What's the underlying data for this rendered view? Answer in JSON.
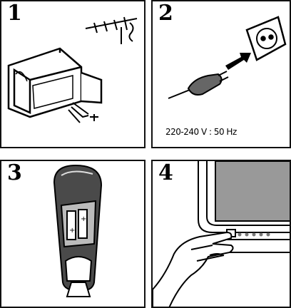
{
  "panels": [
    {
      "number": "1"
    },
    {
      "number": "2",
      "caption": "220-240 V : 50 Hz"
    },
    {
      "number": "3"
    },
    {
      "number": "4"
    }
  ]
}
